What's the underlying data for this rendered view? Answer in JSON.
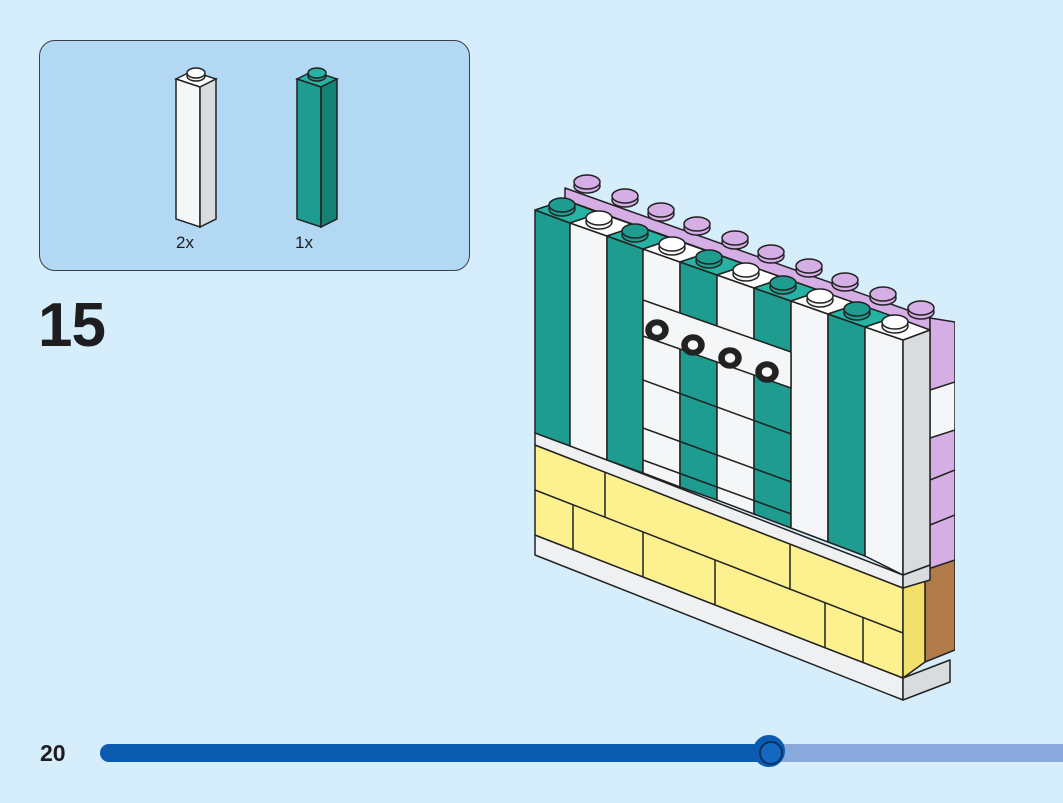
{
  "parts_list": {
    "items": [
      {
        "quantity": "2x",
        "color": "#f4f6f7",
        "shape": "brick-1x1x6"
      },
      {
        "quantity": "1x",
        "color": "#1d9c8f",
        "shape": "brick-1x1x6"
      }
    ]
  },
  "step": {
    "number": "15"
  },
  "footer": {
    "page_number": "20",
    "progress_percent": 69.5
  },
  "colors": {
    "background": "#d6edfb",
    "panel": "#b3d8f4",
    "teal": "#1d9c8f",
    "white": "#f4f6f7",
    "lavender": "#d5aee6",
    "yellow": "#fdf08e",
    "brown": "#b07a49",
    "progress_fill": "#0b5cb0",
    "progress_track": "#89a9dc"
  }
}
